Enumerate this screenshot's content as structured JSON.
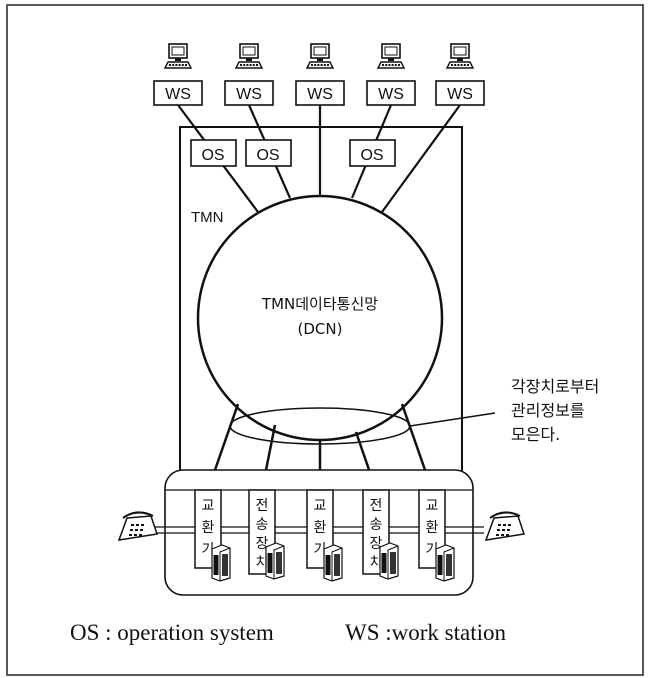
{
  "workstations": [
    {
      "label": "WS"
    },
    {
      "label": "WS"
    },
    {
      "label": "WS"
    },
    {
      "label": "WS"
    },
    {
      "label": "WS"
    }
  ],
  "operation_systems": [
    {
      "label": "OS"
    },
    {
      "label": "OS"
    },
    {
      "label": "OS"
    }
  ],
  "tmn_label": "TMN",
  "dcn": {
    "line1": "TMN데이타통신망",
    "line2": "(DCN)"
  },
  "annotation": {
    "line1": "각장치로부터",
    "line2": "관리정보를",
    "line3": "모은다."
  },
  "equipment": [
    {
      "chars": [
        "교",
        "환",
        "기"
      ]
    },
    {
      "chars": [
        "전",
        "송",
        "장",
        "치"
      ]
    },
    {
      "chars": [
        "교",
        "환",
        "기"
      ]
    },
    {
      "chars": [
        "전",
        "송",
        "장",
        "치"
      ]
    },
    {
      "chars": [
        "교",
        "환",
        "기"
      ]
    }
  ],
  "legend": {
    "os": "OS : operation system",
    "ws": "WS :work station"
  },
  "icons": [
    "computer-icon",
    "telephone-icon",
    "equipment-cabinet-icon"
  ]
}
